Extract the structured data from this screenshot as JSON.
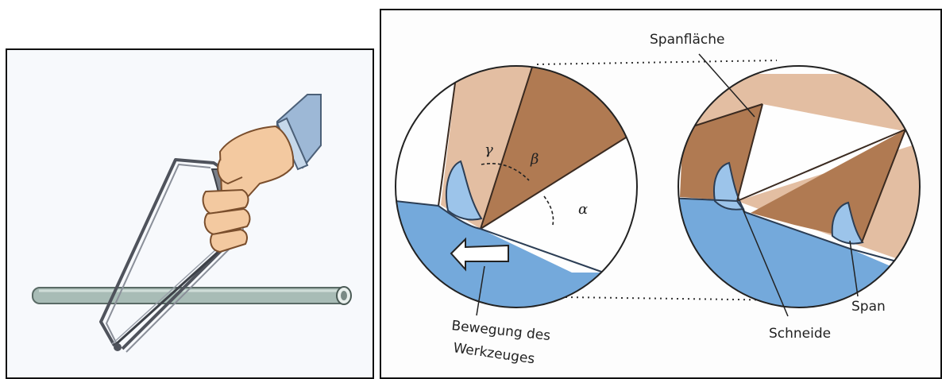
{
  "labels": {
    "spanflaeche": "Spanfläche",
    "schneide": "Schneide",
    "span": "Span",
    "bewegung_line1": "Bewegung des",
    "bewegung_line2": "Werkzeuges"
  },
  "angles": {
    "gamma": "γ",
    "beta": "β",
    "alpha": "α"
  },
  "colors": {
    "workpiece": "#74a9db",
    "tool_dark": "#b07a52",
    "tool_light": "#e3bea2",
    "pipe": "#8fa5a0",
    "sleeve": "#9db8d6",
    "skin": "#f3c9a0",
    "frame": "#6b6f78"
  },
  "icons": {
    "hacksaw": "hacksaw-illustration",
    "arrow": "movement-arrow-left"
  }
}
